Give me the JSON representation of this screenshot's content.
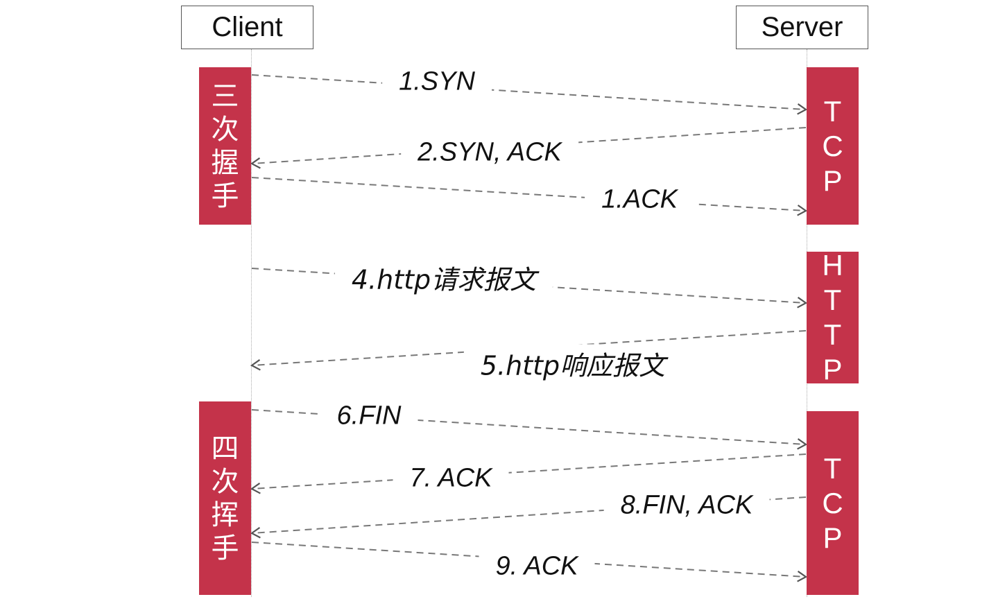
{
  "actors": {
    "client": "Client",
    "server": "Server"
  },
  "phases": {
    "handshake": [
      "三",
      "次",
      "握",
      "手"
    ],
    "wave": [
      "四",
      "次",
      "挥",
      "手"
    ],
    "tcp_top": [
      "T",
      "C",
      "P"
    ],
    "http": [
      "H",
      "T",
      "T",
      "P"
    ],
    "tcp_bottom": [
      "T",
      "C",
      "P"
    ]
  },
  "messages": [
    {
      "label": "1.SYN",
      "direction": "client-to-server"
    },
    {
      "label": "2.SYN, ACK",
      "direction": "server-to-client"
    },
    {
      "label": "1.ACK",
      "direction": "client-to-server"
    },
    {
      "label": "4.http请求报文",
      "direction": "client-to-server"
    },
    {
      "label": "5.http响应报文",
      "direction": "server-to-client"
    },
    {
      "label": "6.FIN",
      "direction": "client-to-server"
    },
    {
      "label": "7. ACK",
      "direction": "server-to-client"
    },
    {
      "label": "8.FIN, ACK",
      "direction": "server-to-client"
    },
    {
      "label": "9. ACK",
      "direction": "client-to-server"
    }
  ],
  "colors": {
    "phase_block": "#c4334a",
    "arrow": "#777777",
    "actor_border": "#555555"
  }
}
